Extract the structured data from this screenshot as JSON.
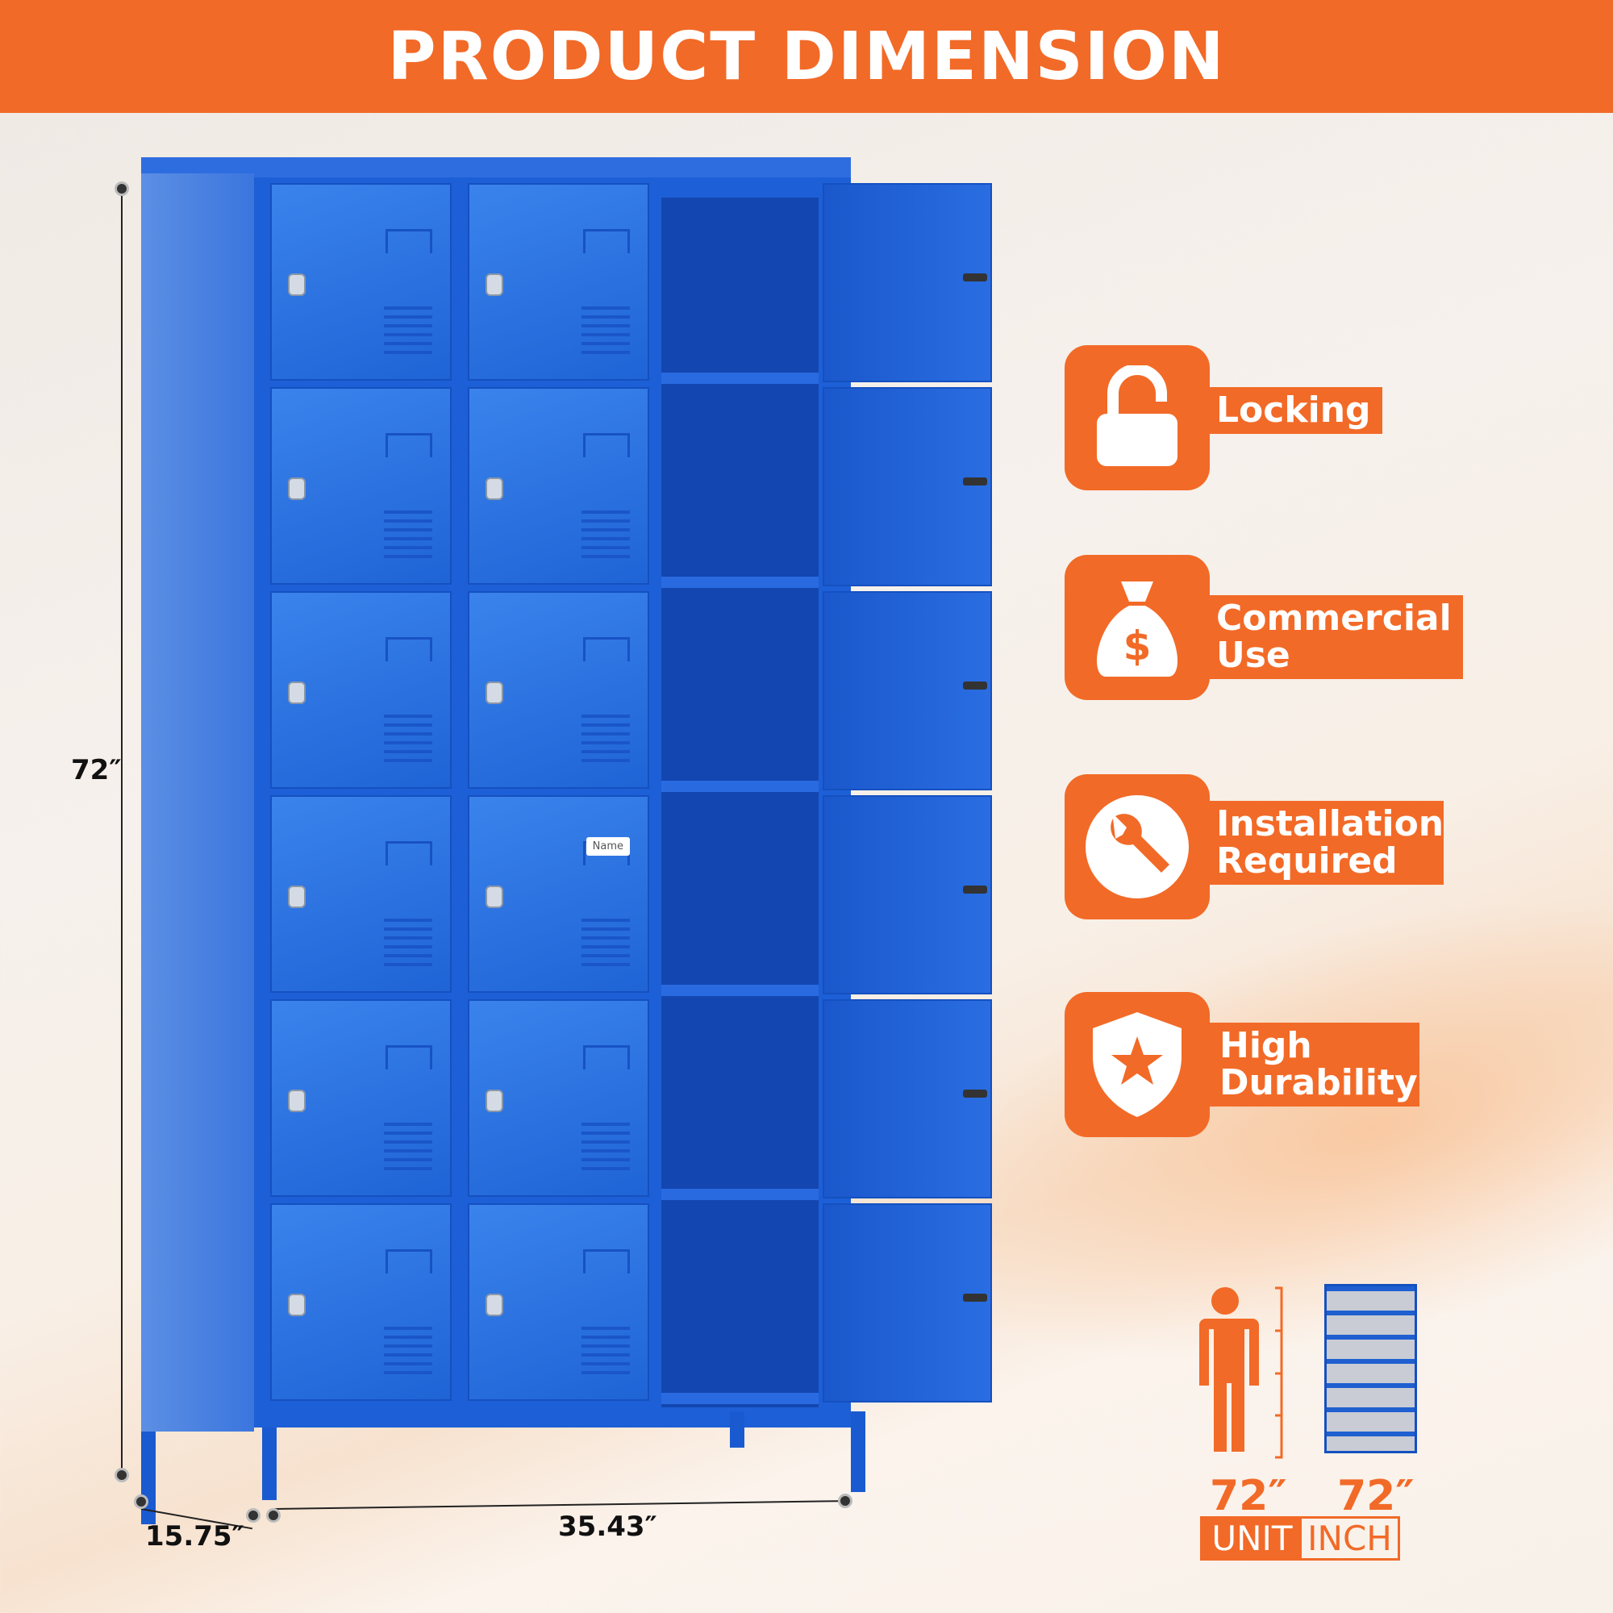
{
  "banner": {
    "title": "PRODUCT DIMENSION"
  },
  "locker": {
    "color": "#1f64d6",
    "name_tag": "Name"
  },
  "dimensions": {
    "height": "72″",
    "depth": "15.75″",
    "width": "35.43″"
  },
  "features": [
    {
      "label": "Locking",
      "icon": "padlock-icon"
    },
    {
      "label": "Commercial Use",
      "icon": "money-bag-icon"
    },
    {
      "label": "Installation Required",
      "icon": "wrench-icon"
    },
    {
      "label": "High Durability",
      "icon": "shield-star-icon"
    }
  ],
  "comparison": {
    "person_height": "72″",
    "locker_height": "72″",
    "unit_label": "UNIT",
    "unit_value": "INCH"
  },
  "colors": {
    "accent": "#f26a27",
    "locker_blue": "#1f64d6"
  }
}
